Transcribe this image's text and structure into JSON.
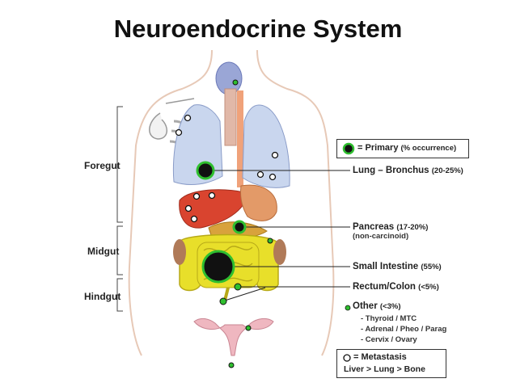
{
  "title": "Neuroendocrine System",
  "regions": {
    "foregut": "Foregut",
    "midgut": "Midgut",
    "hindgut": "Hindgut"
  },
  "legend": {
    "primary_label": "= Primary",
    "primary_note": "(% occurrence)",
    "metastasis_label": "= Metastasis",
    "metastasis_sites": "Liver > Lung > Bone"
  },
  "sites": [
    {
      "name": "Lung – Bronchus",
      "pct": "(20-25%)"
    },
    {
      "name": "Pancreas",
      "pct": "(17-20%)",
      "note": "(non-carcinoid)"
    },
    {
      "name": "Small Intestine",
      "pct": "(55%)"
    },
    {
      "name": "Rectum/Colon",
      "pct": "(<5%)"
    }
  ],
  "other": {
    "label": "Other",
    "pct": "(<3%)",
    "items": [
      "- Thyroid / MTC",
      "- Adrenal / Pheo / Parag",
      "- Cervix / Ovary"
    ]
  },
  "colors": {
    "primary_green": "#2fbf2f",
    "lung_blue": "#c9d6ee",
    "liver_red": "#d9442f",
    "intestine_yellow": "#e8df2a",
    "body_outline": "#e7c9b7"
  }
}
